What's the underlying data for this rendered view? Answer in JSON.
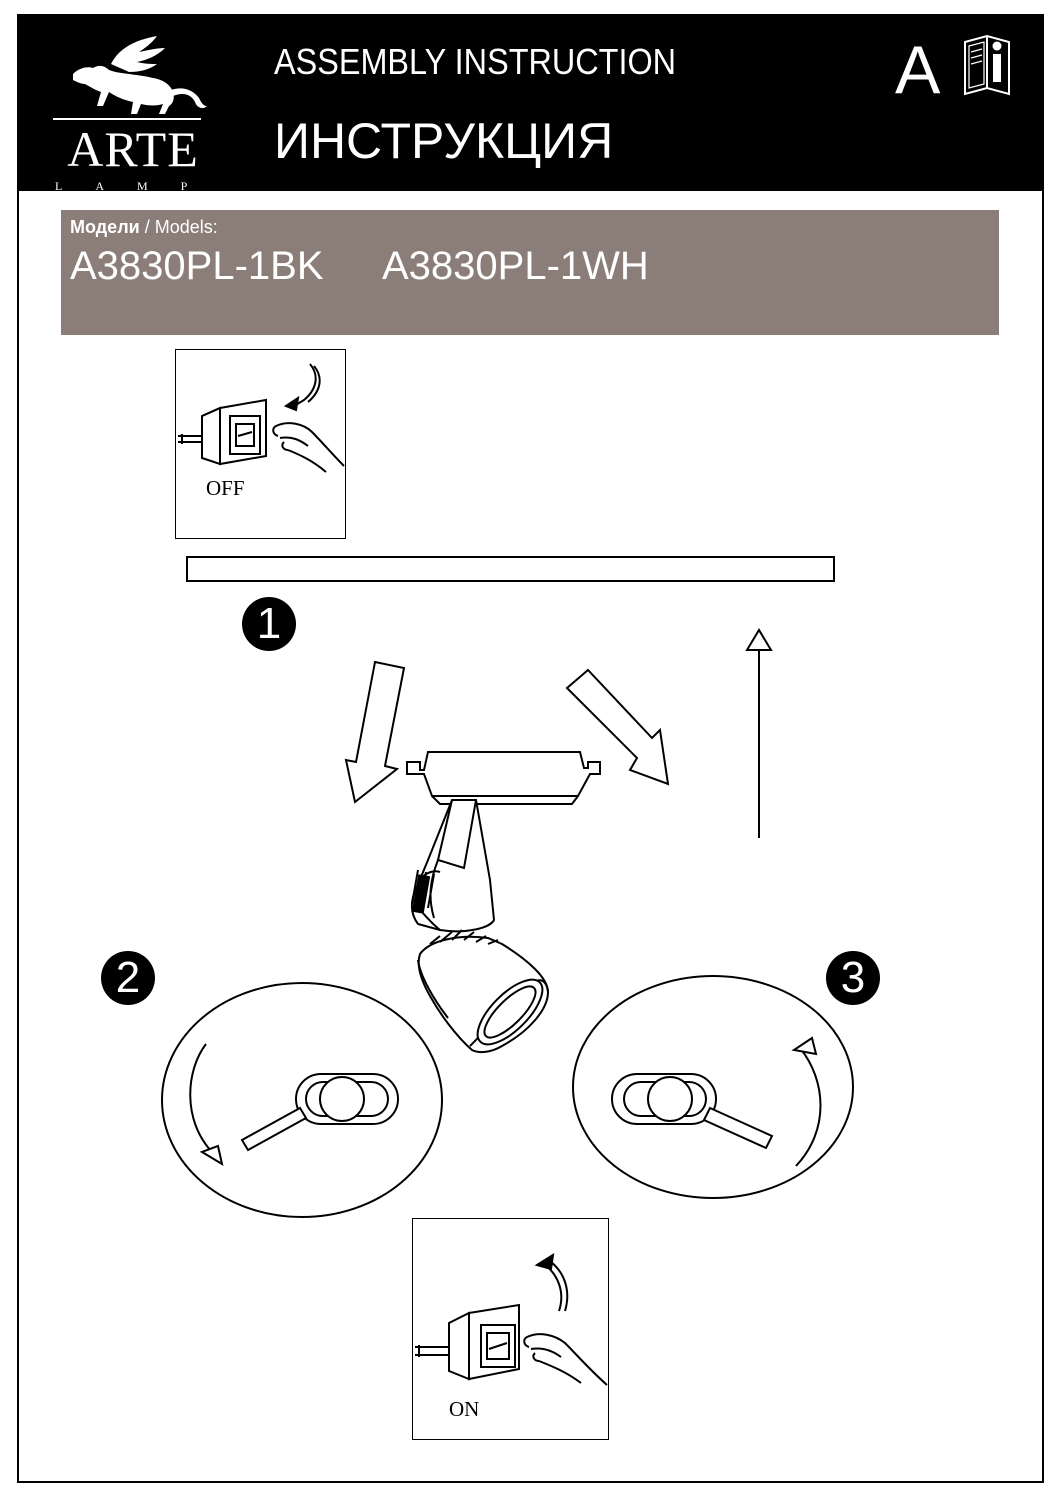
{
  "header": {
    "logo_word": "ARTE",
    "logo_sub": "LAMP",
    "title_en": "ASSEMBLY  INSTRUCTION",
    "title_ru": "ИНСТРУКЦИЯ",
    "language_letter": "A",
    "manual_icon": "instruction-manual-icon"
  },
  "models": {
    "label_ru": "Модели",
    "label_sep": " / ",
    "label_en": "Models:",
    "items": [
      "A3830PL-1BK",
      "A3830PL-1WH"
    ]
  },
  "switch_off": {
    "label": "OFF",
    "icon": "wall-switch-icon"
  },
  "switch_on": {
    "label": "ON",
    "icon": "wall-switch-icon"
  },
  "steps": [
    "1",
    "2",
    "3"
  ],
  "colors": {
    "header_bg": "#000000",
    "models_bar": "#8b7e78",
    "line": "#000000"
  }
}
